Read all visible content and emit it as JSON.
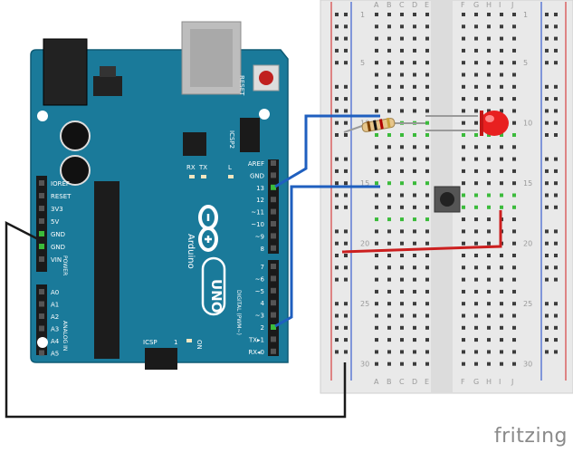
{
  "brand": "fritzing",
  "board": {
    "reset_label": "RESET",
    "icsp2_label": "ICSP2",
    "icsp_label": "ICSP",
    "icsp_pin1": "1",
    "tx_led": "TX",
    "rx_led": "RX",
    "l_led": "L",
    "on_led": "ON",
    "brand_name": "Arduino",
    "model": "UNO",
    "power_header_title": "POWER",
    "analog_header_title": "ANALOG IN",
    "digital_header_title": "DIGITAL (PWM~)",
    "power_pins": [
      "IOREF",
      "RESET",
      "3V3",
      "5V",
      "GND",
      "GND",
      "VIN"
    ],
    "analog_pins": [
      "A0",
      "A1",
      "A2",
      "A3",
      "A4",
      "A5"
    ],
    "digital_top_pins": [
      "AREF",
      "GND",
      "13",
      "12",
      "~11",
      "~10",
      "~9",
      "8"
    ],
    "digital_bottom_pins": [
      "7",
      "~6",
      "~5",
      "4",
      "~3",
      "2",
      "TX▸1",
      "RX◂0"
    ]
  },
  "breadboard": {
    "columns_left": [
      "A",
      "B",
      "C",
      "D",
      "E"
    ],
    "columns_right": [
      "F",
      "G",
      "H",
      "I",
      "J"
    ],
    "row_numbers": [
      "1",
      "5",
      "10",
      "15",
      "20",
      "25",
      "30"
    ]
  },
  "colors": {
    "board": "#1a7a9a",
    "board_dark": "#0e5a74",
    "wire_blue": "#1f5fbf",
    "wire_red": "#cc1f1f",
    "wire_black": "#1a1a1a",
    "led": "#e82020",
    "breadboard": "#e9e9e9",
    "hole_green": "#3bbb3b"
  }
}
